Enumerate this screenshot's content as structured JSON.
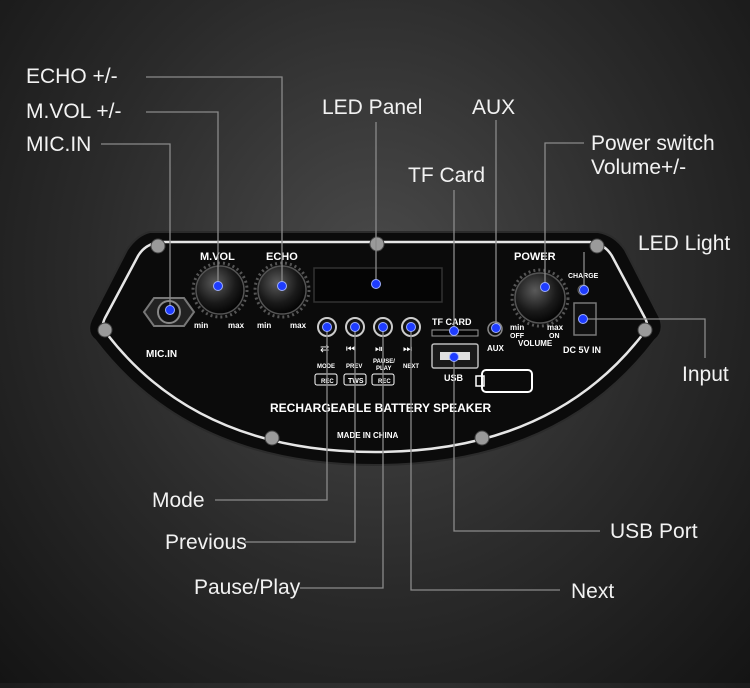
{
  "callouts": {
    "echo": "ECHO +/-",
    "mvol": "M.VOL +/-",
    "micin": "MIC.IN",
    "led_panel": "LED Panel",
    "aux": "AUX",
    "tf_card": "TF Card",
    "power_switch": "Power switch",
    "volume": "Volume+/-",
    "led_light": "LED Light",
    "input": "Input",
    "mode": "Mode",
    "previous": "Previous",
    "pause_play": "Pause/Play",
    "next": "Next",
    "usb_port": "USB Port"
  },
  "panel": {
    "mvol": "M.VOL",
    "echo": "ECHO",
    "power": "POWER",
    "charge": "CHARGE",
    "min": "min",
    "max": "max",
    "min_off": "min",
    "off": "OFF",
    "max_on": "max",
    "on": "ON",
    "volume": "VOLUME",
    "dc_in": "DC 5V IN",
    "mic_in": "MIC.IN",
    "tf_card": "TF CARD",
    "aux": "AUX",
    "usb": "USB",
    "mode": "MODE",
    "prev": "PREV",
    "pause": "PAUSE/",
    "play": "PLAY",
    "next": "NEXT",
    "rec1": "REC",
    "tws": "TWS",
    "rec2": "REC",
    "title": "RECHARGEABLE BATTERY SPEAKER",
    "made_in": "MADE IN CHINA"
  },
  "colors": {
    "marker": "#1e3cff",
    "panel": "#0a0a0a",
    "lead": "#8a8a8a"
  }
}
